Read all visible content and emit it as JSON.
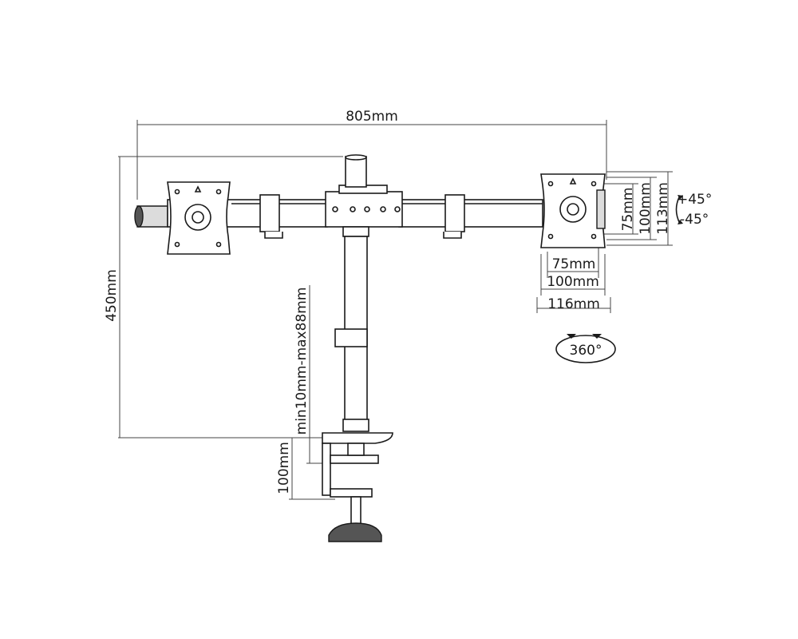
{
  "dimensions": {
    "overall_width": "805mm",
    "overall_height": "450mm",
    "clamp_thickness": "min10mm-max88mm",
    "clamp_depth": "100mm",
    "vesa_small_h": "75mm",
    "vesa_large_h": "100mm",
    "plate_width": "116mm",
    "vesa_small_v": "75mm",
    "vesa_large_v": "100mm",
    "plate_height": "113mm"
  },
  "tilt": {
    "up": "+45°",
    "down": "-45°"
  },
  "rotation": {
    "label": "360°"
  }
}
